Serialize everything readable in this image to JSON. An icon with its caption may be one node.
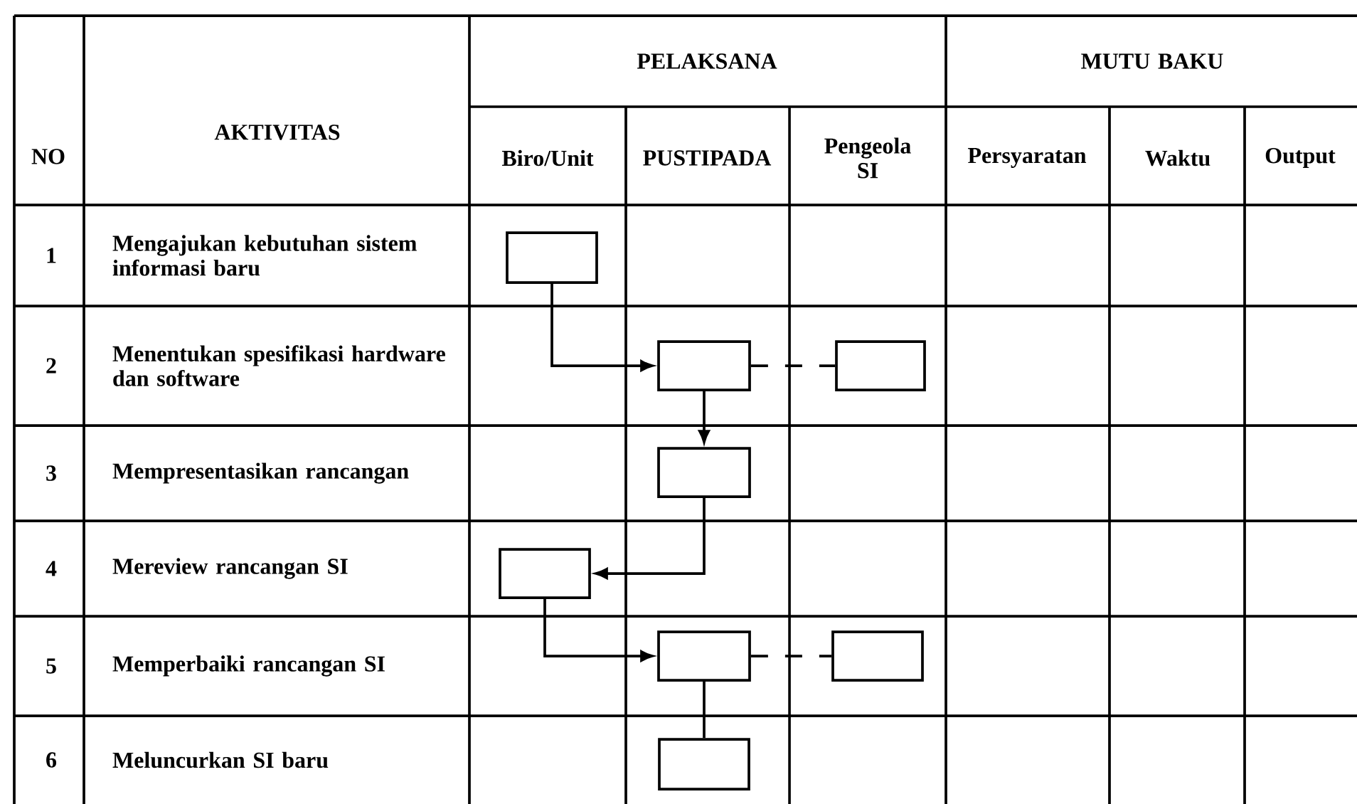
{
  "diagram": {
    "nodes": [
      {
        "text": [],
        "shape": "box"
      },
      {
        "text": [],
        "shape": "box"
      },
      {
        "text": [],
        "shape": "box"
      },
      {
        "text": [],
        "shape": "box"
      },
      {
        "text": [],
        "shape": "box"
      },
      {
        "text": [],
        "shape": "box"
      },
      {
        "text": [],
        "shape": "box"
      },
      {
        "text": [],
        "shape": "box"
      }
    ],
    "edges": [
      {
        "from": 0,
        "to": 1,
        "arrow": "to"
      },
      {
        "from": 1,
        "to": 2,
        "arrow": "none",
        "style": "dashed"
      },
      {
        "from": 1,
        "to": 3,
        "arrow": "to"
      },
      {
        "from": 3,
        "to": 4,
        "arrow": "to"
      },
      {
        "from": 4,
        "to": 5,
        "arrow": "to"
      },
      {
        "from": 5,
        "to": 6,
        "arrow": "none",
        "style": "dashed"
      },
      {
        "from": 5,
        "to": 7,
        "arrow": "none"
      }
    ],
    "labels": [
      "PELAKSANA",
      "MUTU BAKU",
      "NO",
      "AKTIVITAS",
      "Biro/Unit",
      "PUSTIPADA",
      "Pengeola SI",
      "Persyaratan",
      "Waktu",
      "Output",
      "1",
      "Mengajukan kebutuhan sistem informasi baru",
      "2",
      "Menentukan spesifikasi hardware dan software",
      "3",
      "Mempresentasikan rancangan",
      "4",
      "Mereview rancangan SI",
      "5",
      "Memperbaiki rancangan SI",
      "6",
      "Meluncurkan SI baru"
    ]
  }
}
